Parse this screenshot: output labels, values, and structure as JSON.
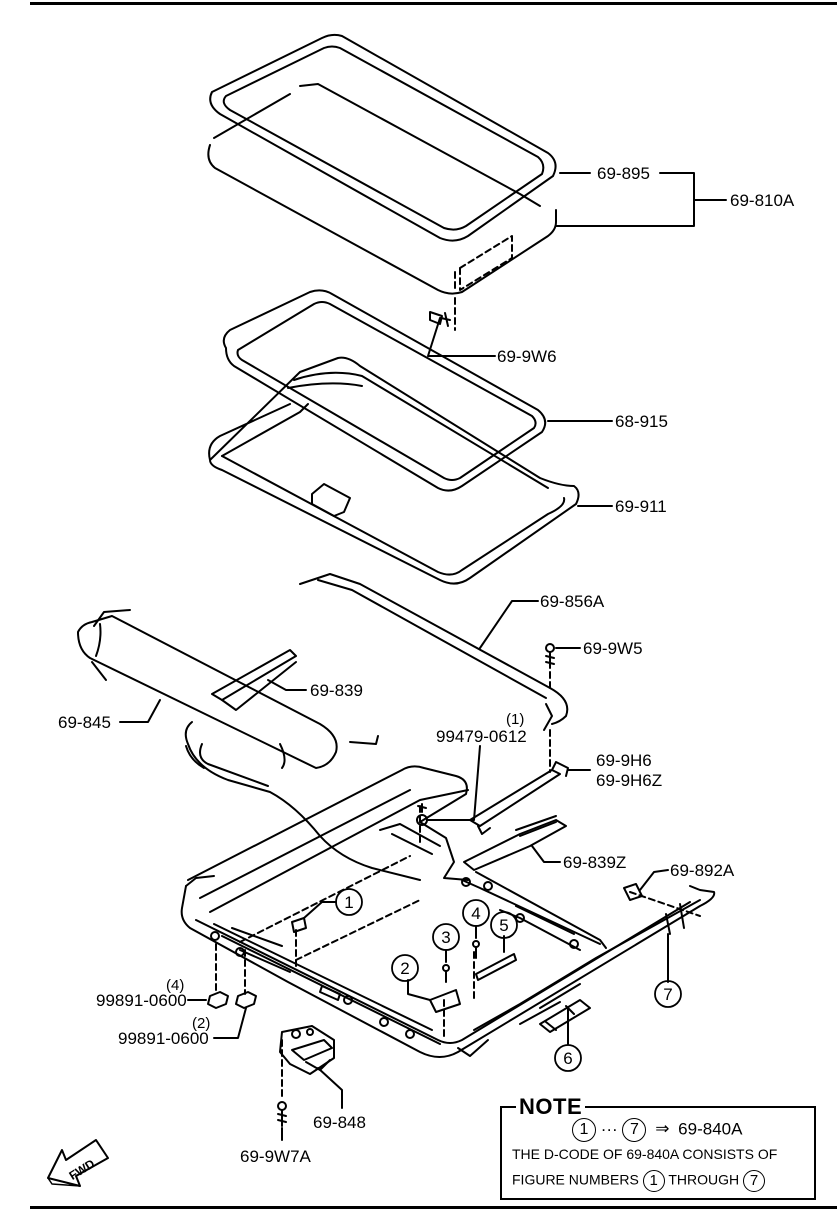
{
  "labels": {
    "p69_895": "69-895",
    "p69_810A": "69-810A",
    "p69_9W6": "69-9W6",
    "p68_915": "68-915",
    "p69_911": "69-911",
    "p69_856A": "69-856A",
    "p69_9W5": "69-9W5",
    "p69_839": "69-839",
    "p69_845": "69-845",
    "p99479_qty": "(1)",
    "p99479": "99479-0612",
    "p69_9H6": "69-9H6",
    "p69_9H6Z": "69-9H6Z",
    "p69_839Z": "69-839Z",
    "p69_892A": "69-892A",
    "p99891a_qty": "(4)",
    "p99891a": "99891-0600",
    "p99891b_qty": "(2)",
    "p99891b": "99891-0600",
    "p69_848": "69-848",
    "p69_9W7A": "69-9W7A",
    "fwd": "FWD"
  },
  "callouts": [
    "1",
    "2",
    "3",
    "4",
    "5",
    "6",
    "7"
  ],
  "note": {
    "title": "NOTE",
    "from": "1",
    "ellipsis": "···",
    "to": "7",
    "arrow": "⇒",
    "code": "69-840A",
    "line2": "THE D-CODE OF 69-840A CONSISTS OF",
    "line3_prefix": "FIGURE NUMBERS",
    "line3_a": "1",
    "line3_mid": "THROUGH",
    "line3_b": "7"
  }
}
